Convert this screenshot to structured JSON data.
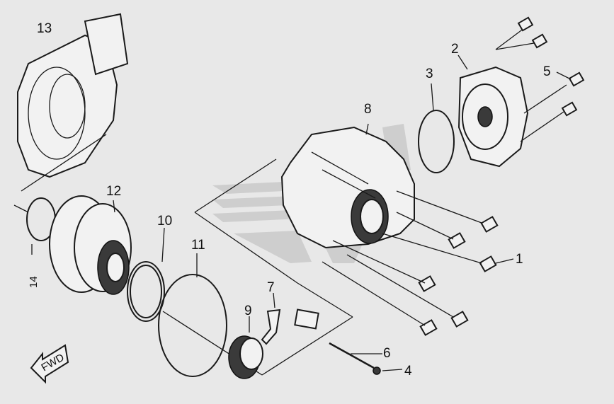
{
  "callouts": [
    {
      "id": "13",
      "text": "13"
    },
    {
      "id": "2",
      "text": "2"
    },
    {
      "id": "3",
      "text": "3"
    },
    {
      "id": "5",
      "text": "5"
    },
    {
      "id": "8",
      "text": "8"
    },
    {
      "id": "12",
      "text": "12"
    },
    {
      "id": "10",
      "text": "10"
    },
    {
      "id": "11",
      "text": "11"
    },
    {
      "id": "14",
      "text": "14"
    },
    {
      "id": "1",
      "text": "1"
    },
    {
      "id": "7",
      "text": "7"
    },
    {
      "id": "9",
      "text": "9"
    },
    {
      "id": "6",
      "text": "6"
    },
    {
      "id": "4",
      "text": "4"
    }
  ],
  "fwd_arrow": {
    "text": "FWD"
  },
  "colors": {
    "background": "#e8e8e8",
    "line": "#1a1a1a",
    "watermark": "#c9c9c9"
  }
}
